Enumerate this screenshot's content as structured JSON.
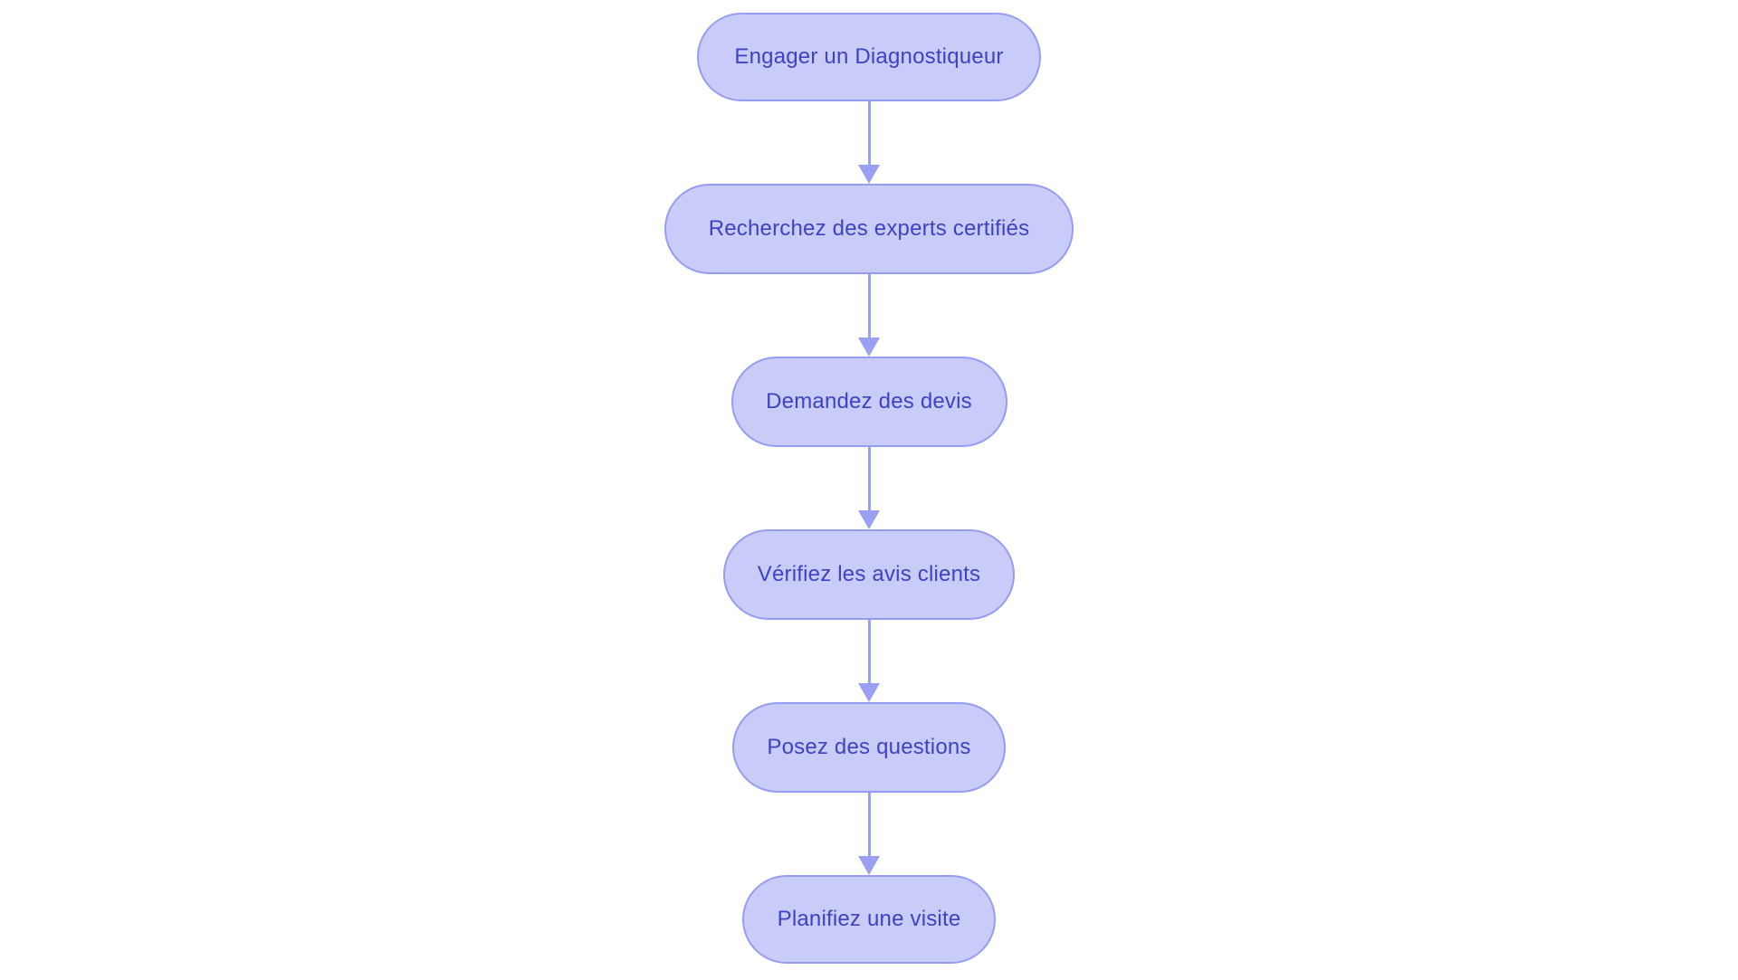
{
  "flowchart": {
    "type": "flowchart",
    "direction": "top-down",
    "colors": {
      "background": "#ffffff",
      "node-fill": "#c9cbf9",
      "node-border": "#959df2",
      "node-text": "#3d43c4",
      "arrow": "#99a0f1"
    },
    "nodes": [
      {
        "label": "Engager un Diagnostiqueur"
      },
      {
        "label": "Recherchez des experts certifiés"
      },
      {
        "label": "Demandez des devis"
      },
      {
        "label": "Vérifiez les avis clients"
      },
      {
        "label": "Posez des questions"
      },
      {
        "label": "Planifiez une visite"
      }
    ],
    "edges": [
      {
        "from": 1,
        "to": 2
      },
      {
        "from": 2,
        "to": 3
      },
      {
        "from": 3,
        "to": 4
      },
      {
        "from": 4,
        "to": 5
      },
      {
        "from": 5,
        "to": 6
      }
    ]
  }
}
